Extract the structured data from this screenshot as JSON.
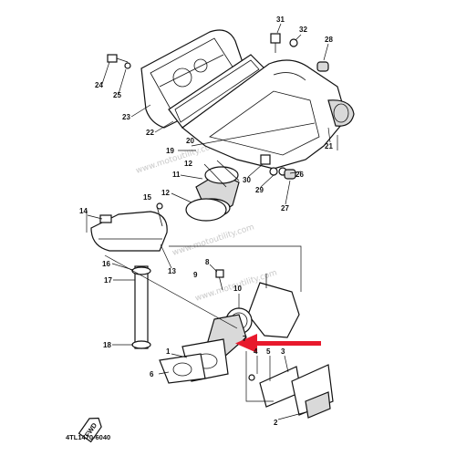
{
  "diagram": {
    "part_numbers": [
      "1",
      "2",
      "3",
      "4",
      "5",
      "6",
      "7",
      "8",
      "9",
      "10",
      "11",
      "12",
      "13",
      "14",
      "15",
      "16",
      "17",
      "18",
      "19",
      "20",
      "21",
      "22",
      "23",
      "24",
      "25",
      "26",
      "27",
      "28",
      "29",
      "30",
      "31",
      "32"
    ],
    "watermark": "www.motoutility.com",
    "diagram_code": "4TL1470-6040",
    "front_mark": "FWD",
    "arrow_color": "#e8192c"
  }
}
